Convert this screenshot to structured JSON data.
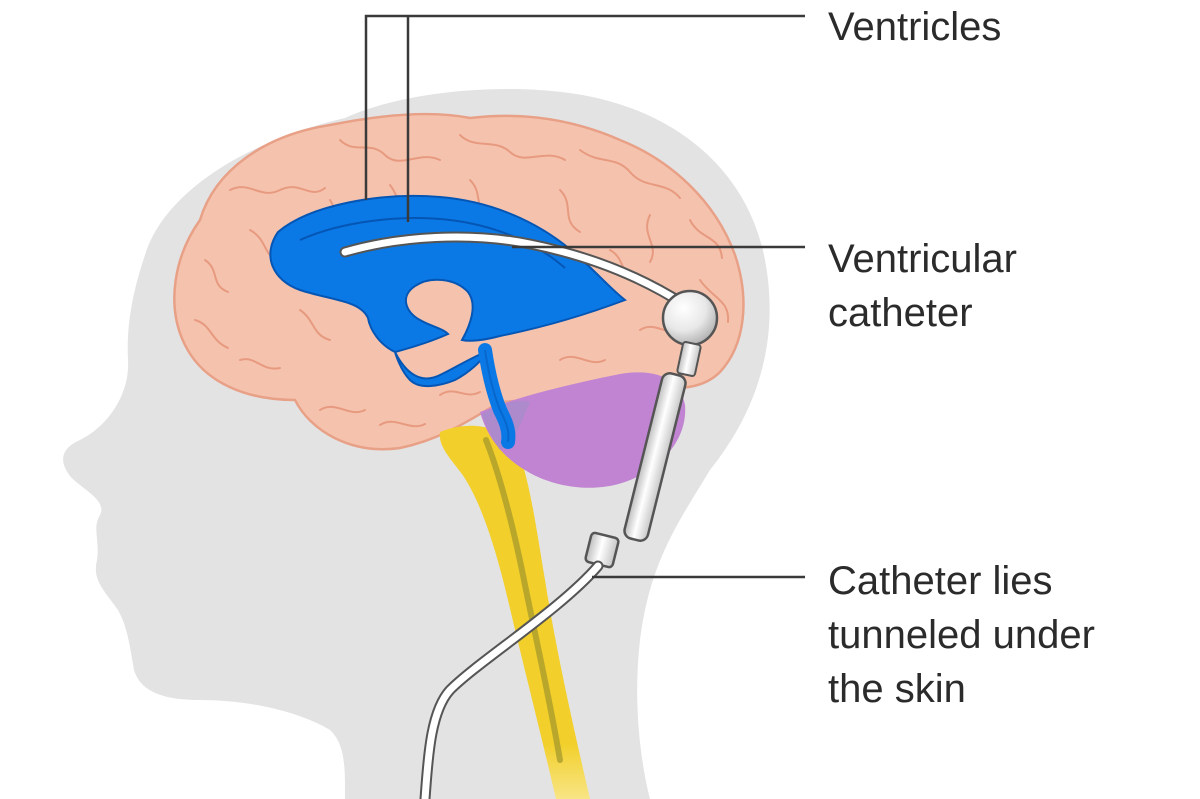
{
  "labels": {
    "ventricles": [
      "Ventricles"
    ],
    "ventricular_catheter": [
      "Ventricular",
      "catheter"
    ],
    "tunneled_catheter": [
      "Catheter lies",
      "tunneled under",
      "the skin"
    ]
  },
  "colors": {
    "background": "#ffffff",
    "head": "#e3e3e3",
    "brain": "#f5c3ad",
    "brain_outline": "#e8a087",
    "brain_folds": "#e79a80",
    "ventricles": "#0a79e6",
    "ventricles_outline": "#0556b4",
    "cerebellum": "#c184d2",
    "brainstem": "#f2cf2a",
    "spinal_canal": "#a59a2c",
    "catheter_fill": "#ffffff",
    "catheter_stroke": "#555555",
    "leader_line": "#3a3a3a",
    "text": "#2b2b2b"
  }
}
